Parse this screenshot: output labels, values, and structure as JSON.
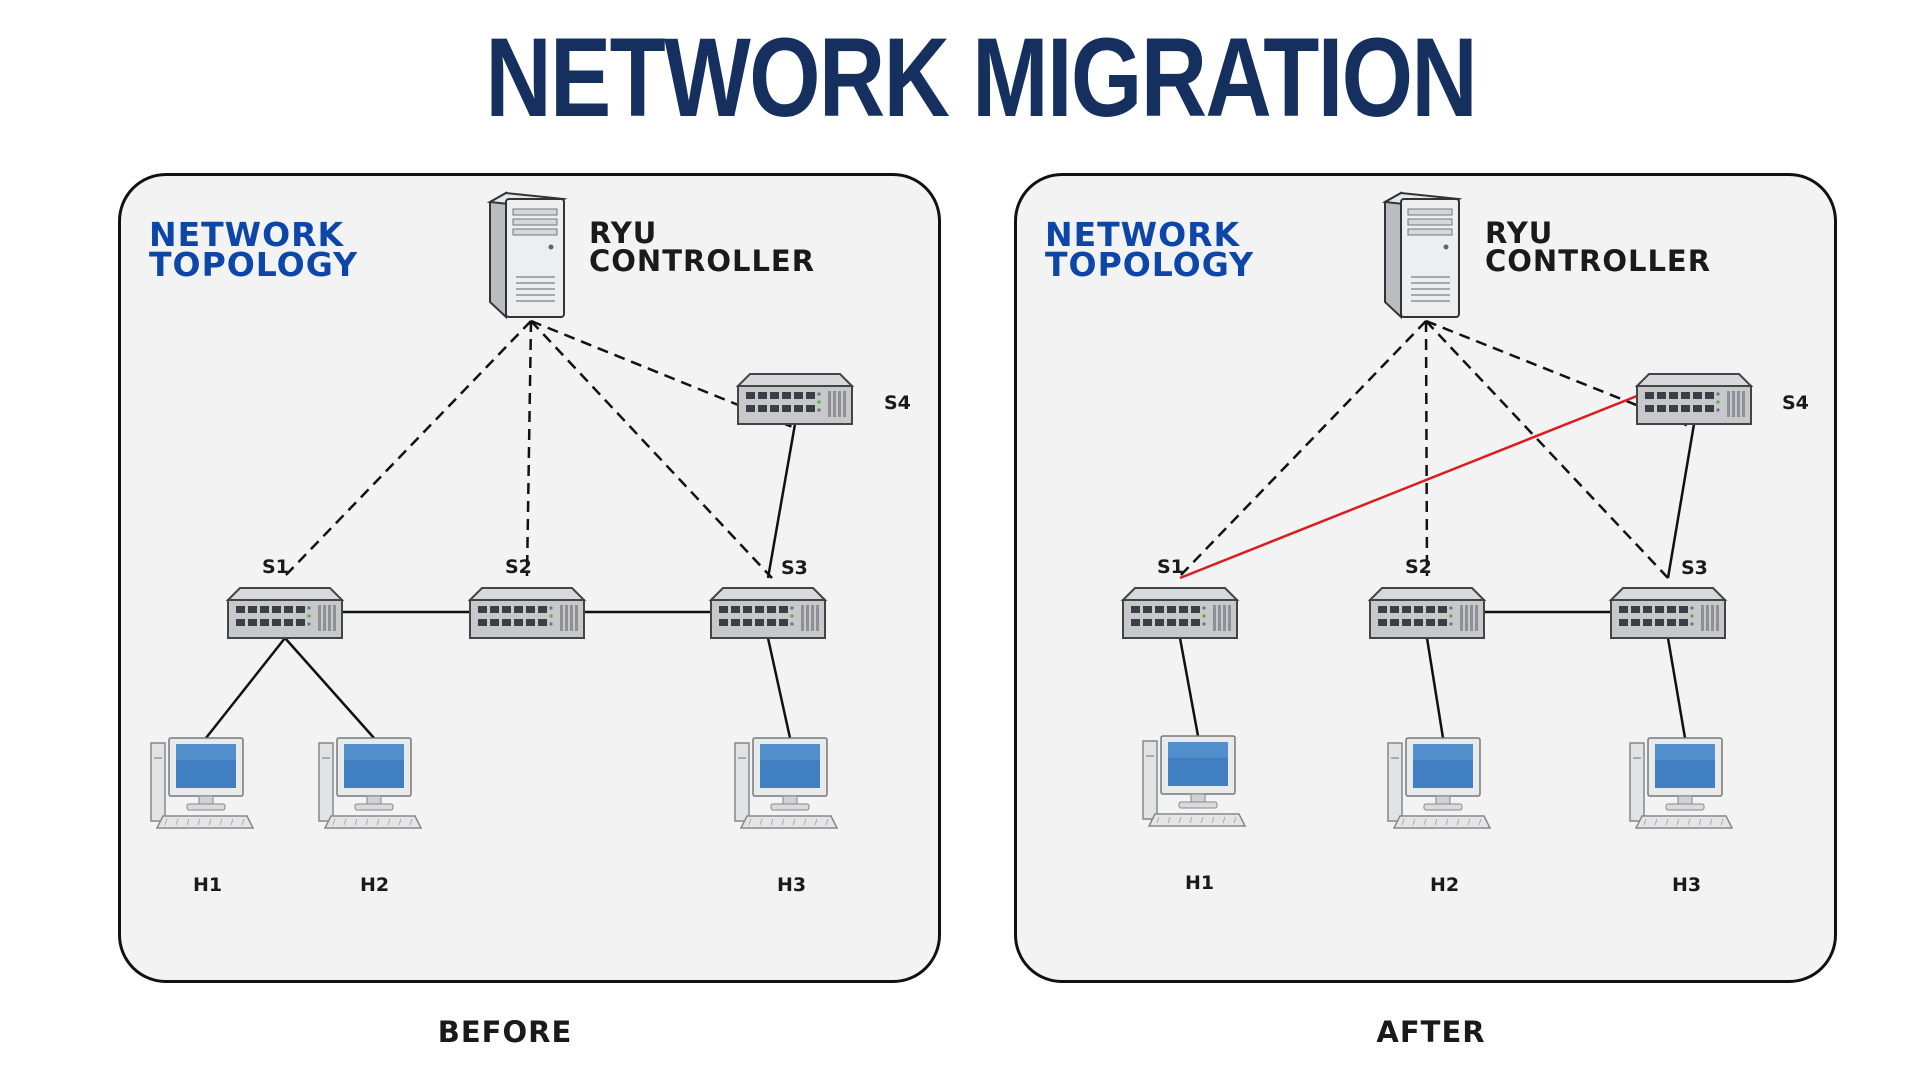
{
  "title": "NETWORK MIGRATION",
  "colors": {
    "title": "#15305f",
    "panel_heading": "#0b46a8",
    "text": "#1a1a1a",
    "panel_bg": "#f3f3f3",
    "new_link": "#d81e1e",
    "link": "#111111"
  },
  "icons": {
    "controller": "server-tower-icon",
    "switch": "network-switch-icon",
    "host": "desktop-computer-icon"
  },
  "panels": [
    {
      "id": "before",
      "heading_line1": "NETWORK",
      "heading_line2": "TOPOLOGY",
      "controller_line1": "RYU",
      "controller_line2": "CONTROLLER",
      "caption": "BEFORE",
      "switches": [
        {
          "id": "s1",
          "label": "S1"
        },
        {
          "id": "s2",
          "label": "S2"
        },
        {
          "id": "s3",
          "label": "S3"
        },
        {
          "id": "s4",
          "label": "S4"
        }
      ],
      "hosts": [
        {
          "id": "h1",
          "label": "H1"
        },
        {
          "id": "h2",
          "label": "H2"
        },
        {
          "id": "h3",
          "label": "H3"
        }
      ],
      "control_links": [
        [
          "controller",
          "s1"
        ],
        [
          "controller",
          "s2"
        ],
        [
          "controller",
          "s3"
        ],
        [
          "controller",
          "s4"
        ]
      ],
      "data_links": [
        [
          "s1",
          "s2"
        ],
        [
          "s2",
          "s3"
        ],
        [
          "s3",
          "s4"
        ],
        [
          "s1",
          "h1"
        ],
        [
          "s1",
          "h2"
        ],
        [
          "s3",
          "h3"
        ]
      ],
      "new_links": []
    },
    {
      "id": "after",
      "heading_line1": "NETWORK",
      "heading_line2": "TOPOLOGY",
      "controller_line1": "RYU",
      "controller_line2": "CONTROLLER",
      "caption": "AFTER",
      "switches": [
        {
          "id": "s1",
          "label": "S1"
        },
        {
          "id": "s2",
          "label": "S2"
        },
        {
          "id": "s3",
          "label": "S3"
        },
        {
          "id": "s4",
          "label": "S4"
        }
      ],
      "hosts": [
        {
          "id": "h1",
          "label": "H1"
        },
        {
          "id": "h2",
          "label": "H2"
        },
        {
          "id": "h3",
          "label": "H3"
        }
      ],
      "control_links": [
        [
          "controller",
          "s1"
        ],
        [
          "controller",
          "s2"
        ],
        [
          "controller",
          "s3"
        ],
        [
          "controller",
          "s4"
        ]
      ],
      "data_links": [
        [
          "s2",
          "s3"
        ],
        [
          "s3",
          "s4"
        ],
        [
          "s1",
          "h1"
        ],
        [
          "s2",
          "h2"
        ],
        [
          "s3",
          "h3"
        ]
      ],
      "new_links": [
        [
          "s1",
          "s4"
        ]
      ]
    }
  ]
}
